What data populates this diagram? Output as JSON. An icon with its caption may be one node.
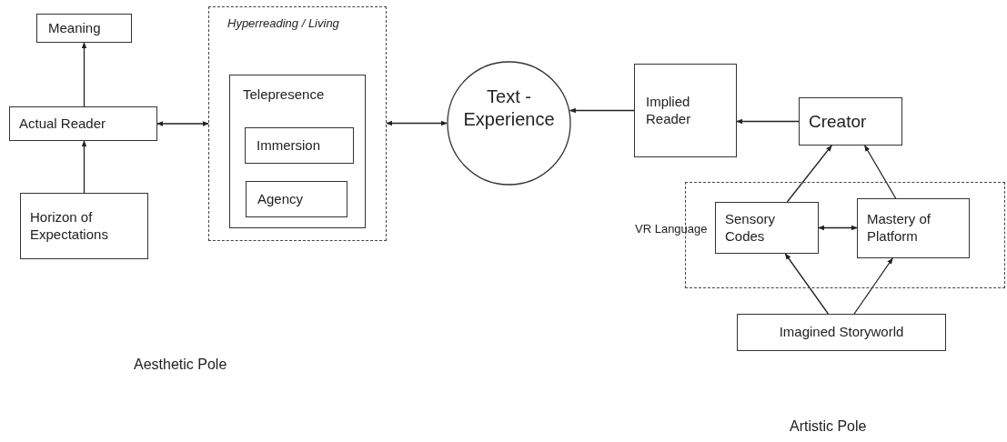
{
  "diagram": {
    "nodes": [
      {
        "text": [
          "Meaning"
        ]
      },
      {
        "text": [
          "Actual Reader"
        ]
      },
      {
        "text": [
          "Horizon of Expectations"
        ]
      },
      {
        "text": [
          "Hyperreading / Living"
        ]
      },
      {
        "text": [
          "Telepresence"
        ],
        "in": 3
      },
      {
        "text": [
          "Immersion"
        ],
        "in": 4
      },
      {
        "text": [
          "Agency"
        ],
        "in": 4
      },
      {
        "text": [
          "Text - Experience"
        ]
      },
      {
        "text": [
          "Implied Reader"
        ]
      },
      {
        "text": [
          "Creator"
        ]
      },
      {
        "text": [
          "VR Language"
        ]
      },
      {
        "text": [
          "Sensory Codes"
        ],
        "in": 10
      },
      {
        "text": [
          "Mastery of Platform"
        ],
        "in": 10
      },
      {
        "text": [
          "Imagined Storyworld"
        ]
      }
    ],
    "edges": [
      {
        "from": 1,
        "to": 0,
        "arrow": "to"
      },
      {
        "from": 2,
        "to": 1,
        "arrow": "to"
      },
      {
        "from": 1,
        "to": 3,
        "arrow": "both"
      },
      {
        "from": 3,
        "to": 7,
        "arrow": "both"
      },
      {
        "from": 8,
        "to": 7,
        "arrow": "to"
      },
      {
        "from": 9,
        "to": 8,
        "arrow": "to"
      },
      {
        "from": 11,
        "to": 9,
        "arrow": "to"
      },
      {
        "from": 12,
        "to": 9,
        "arrow": "to"
      },
      {
        "from": 11,
        "to": 12,
        "arrow": "both"
      },
      {
        "from": 13,
        "to": 11,
        "arrow": "to"
      },
      {
        "from": 13,
        "to": 12,
        "arrow": "to"
      }
    ],
    "labels": [
      "Aesthetic Pole",
      "Artistic Pole"
    ]
  }
}
